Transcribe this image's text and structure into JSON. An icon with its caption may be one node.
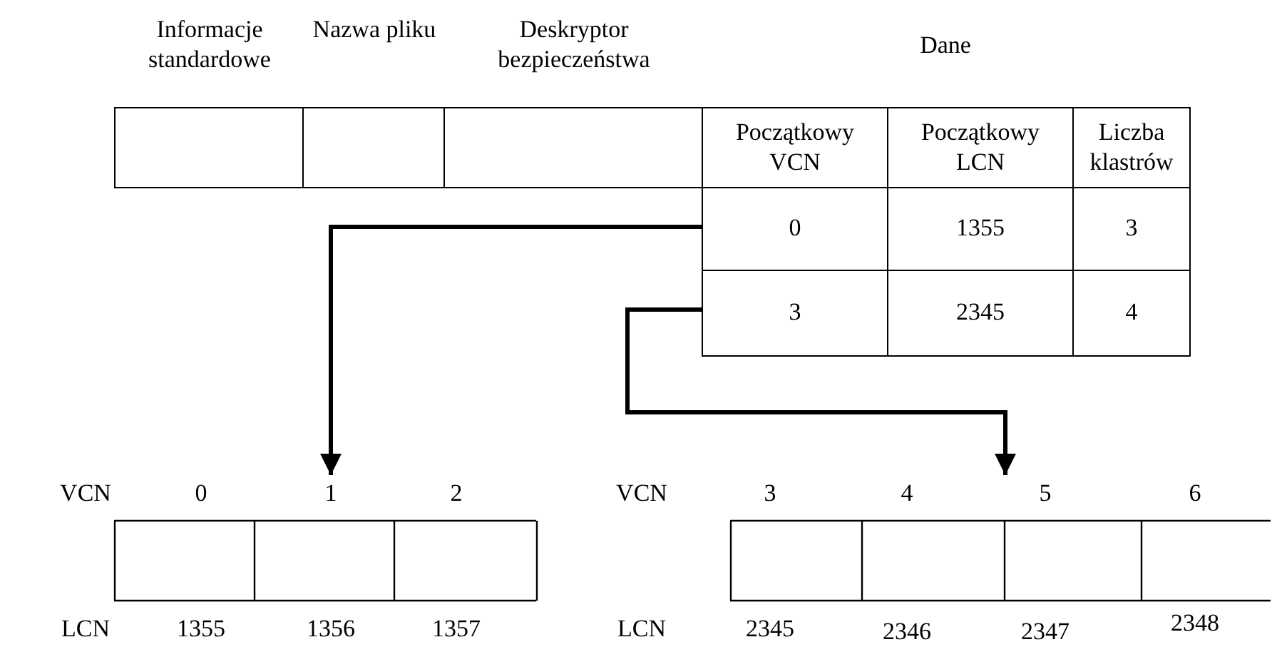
{
  "diagram": {
    "nodes": [
      {
        "text": [
          "Informacje standardowe"
        ]
      },
      {
        "text": [
          "Nazwa pliku"
        ]
      },
      {
        "text": [
          "Deskryptor bezpieczeństwa"
        ]
      },
      {
        "text": [
          "Dane"
        ]
      },
      {
        "text": [
          "Początkowy VCN"
        ],
        "in": 3
      },
      {
        "text": [
          "Początkowy LCN"
        ],
        "in": 3
      },
      {
        "text": [
          "Liczba klastrów"
        ],
        "in": 3
      },
      {
        "text": [
          "0"
        ],
        "in": 3
      },
      {
        "text": [
          "1355"
        ],
        "in": 3
      },
      {
        "text": [
          "3"
        ],
        "in": 3
      },
      {
        "text": [
          "3"
        ],
        "in": 3
      },
      {
        "text": [
          "2345"
        ],
        "in": 3
      },
      {
        "text": [
          "4"
        ],
        "in": 3
      },
      {
        "text": [],
        "shape": "box"
      },
      {
        "text": [],
        "shape": "box"
      }
    ],
    "edges": [
      {
        "from": 7,
        "to": 13,
        "arrow": "to"
      },
      {
        "from": 10,
        "to": 14,
        "arrow": "to"
      }
    ],
    "labels": [
      "VCN",
      "0",
      "1",
      "2",
      "VCN",
      "3",
      "4",
      "5",
      "6",
      "LCN",
      "1355",
      "1356",
      "1357",
      "LCN",
      "2345",
      "2346",
      "2347",
      "2348"
    ]
  }
}
